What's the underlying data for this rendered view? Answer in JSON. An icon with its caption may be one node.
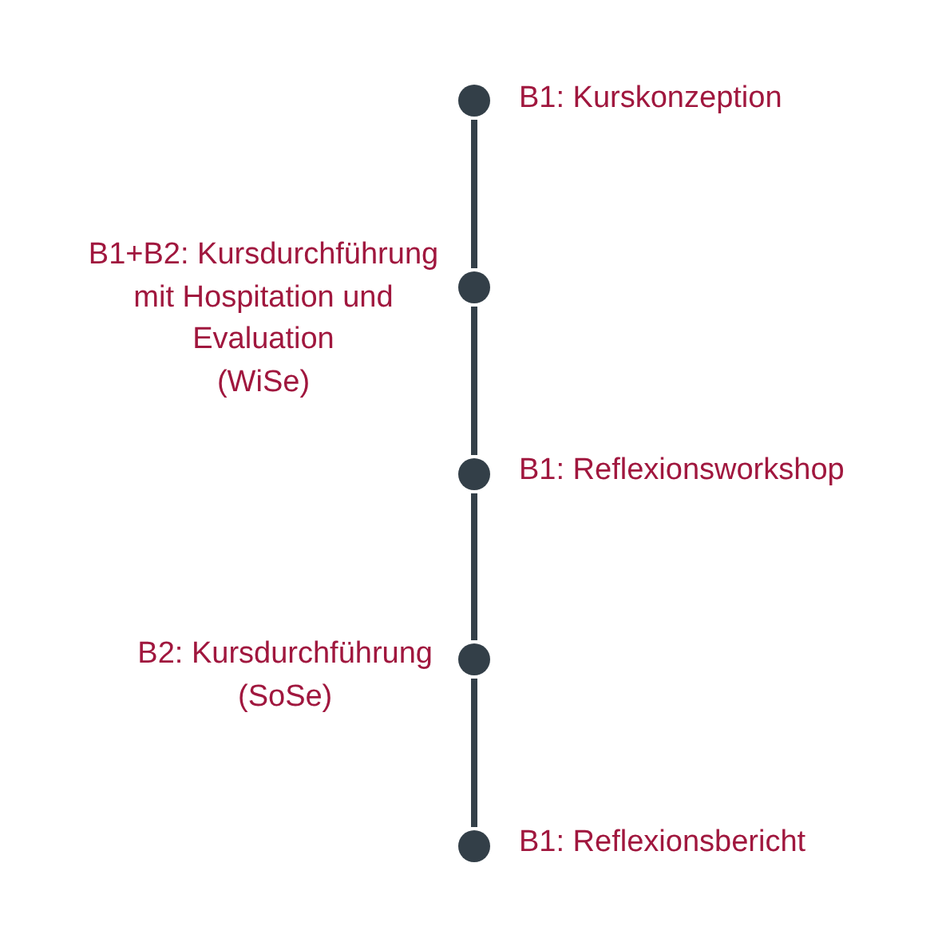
{
  "diagram": {
    "nodes": [
      {
        "text": [],
        "shape": "circle",
        "beside": [
          "B1: Kurskonzeption"
        ]
      },
      {
        "text": [],
        "shape": "circle",
        "beside": [
          "B1+B2: Kursdurchführung mit Hospitation und Evaluation",
          "(WiSe)"
        ]
      },
      {
        "text": [],
        "shape": "circle",
        "beside": [
          "B1: Reflexionsworkshop"
        ]
      },
      {
        "text": [],
        "shape": "circle",
        "beside": [
          "B2: Kursdurchführung",
          "(SoSe)"
        ]
      },
      {
        "text": [],
        "shape": "circle",
        "beside": [
          "B1: Reflexionsbericht"
        ]
      }
    ],
    "edges": [
      {
        "from": 0,
        "to": 1,
        "arrow": "none"
      },
      {
        "from": 1,
        "to": 2,
        "arrow": "none"
      },
      {
        "from": 2,
        "to": 3,
        "arrow": "none"
      },
      {
        "from": 3,
        "to": 4,
        "arrow": "none"
      }
    ]
  }
}
